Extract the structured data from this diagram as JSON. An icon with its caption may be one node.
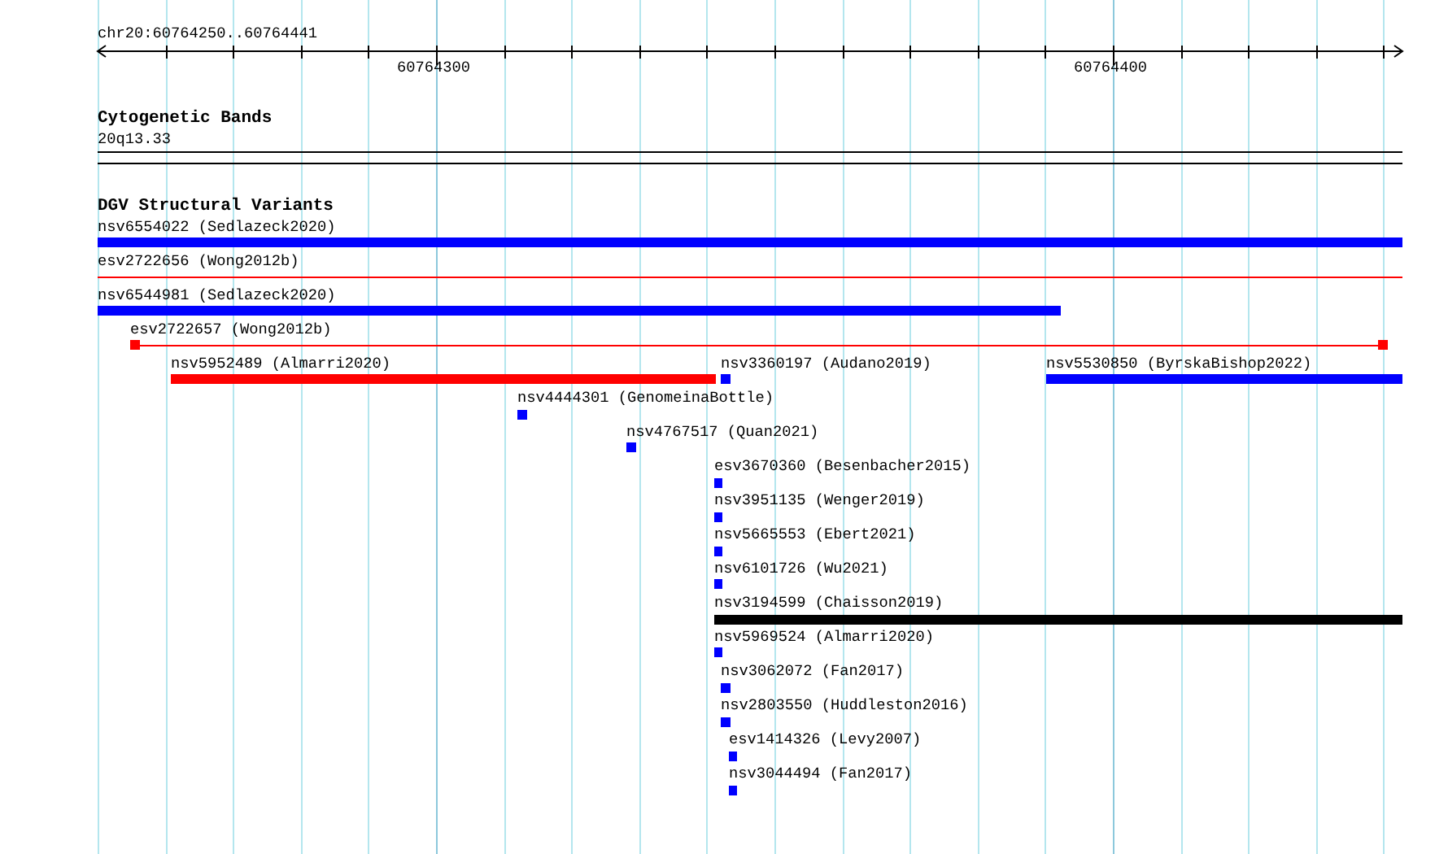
{
  "diagram": {
    "nodes": [
      {
        "text": [
          "nsv6554022 (Sedlazeck2020)"
        ]
      },
      {
        "text": [
          "esv2722656 (Wong2012b)"
        ]
      },
      {
        "text": [
          "nsv6544981 (Sedlazeck2020)"
        ]
      },
      {
        "text": [
          "esv2722657 (Wong2012b)"
        ]
      },
      {
        "text": [
          "nsv5952489 (Almarri2020)"
        ]
      },
      {
        "text": [
          "nsv3360197 (Audano2019)"
        ]
      },
      {
        "text": [
          "nsv5530850 (ByrskaBishop2022)"
        ]
      },
      {
        "text": [
          "nsv4444301 (GenomeinaBottle)"
        ]
      },
      {
        "text": [
          "nsv4767517 (Quan2021)"
        ]
      },
      {
        "text": [
          "esv3670360 (Besenbacher2015)"
        ]
      },
      {
        "text": [
          "nsv3951135 (Wenger2019)"
        ]
      },
      {
        "text": [
          "nsv5665553 (Ebert2021)"
        ]
      },
      {
        "text": [
          "nsv6101726 (Wu2021)"
        ]
      },
      {
        "text": [
          "nsv3194599 (Chaisson2019)"
        ]
      },
      {
        "text": [
          "nsv5969524 (Almarri2020)"
        ]
      },
      {
        "text": [
          "nsv3062072 (Fan2017)"
        ]
      },
      {
        "text": [
          "nsv2803550 (Huddleston2016)"
        ]
      },
      {
        "text": [
          "esv1414326 (Levy2007)"
        ]
      },
      {
        "text": [
          "nsv3044494 (Fan2017)"
        ]
      }
    ],
    "labels": [
      "chr20:60764250..60764441",
      "60764300",
      "60764400",
      "Cytogenetic Bands",
      "20q13.33",
      "DGV Structural Variants"
    ]
  }
}
